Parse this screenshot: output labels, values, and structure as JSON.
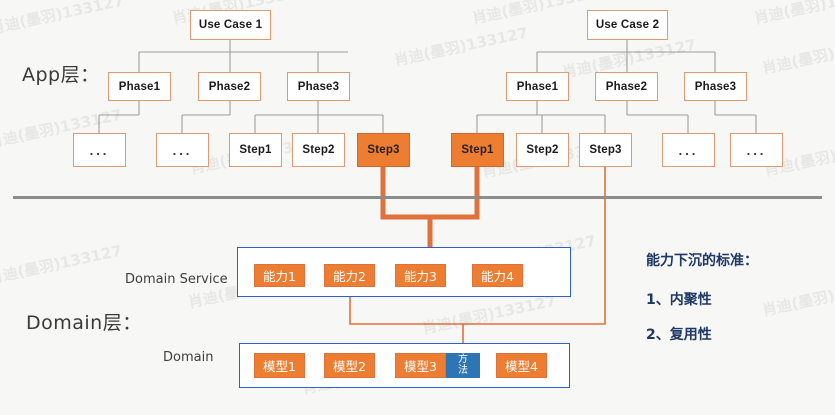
{
  "layers": {
    "app_label": "App层：",
    "domain_label": "Domain层："
  },
  "row_labels": {
    "domain_service": "Domain Service",
    "domain": "Domain"
  },
  "use_case_1": {
    "title": "Use Case 1",
    "phases": [
      "Phase1",
      "Phase2",
      "Phase3"
    ],
    "steps": [
      {
        "label": "...",
        "highlight": false
      },
      {
        "label": "...",
        "highlight": false
      },
      {
        "label": "Step1",
        "highlight": false
      },
      {
        "label": "Step2",
        "highlight": false
      },
      {
        "label": "Step3",
        "highlight": true
      }
    ]
  },
  "use_case_2": {
    "title": "Use Case 2",
    "phases": [
      "Phase1",
      "Phase2",
      "Phase3"
    ],
    "steps": [
      {
        "label": "Step1",
        "highlight": true
      },
      {
        "label": "Step2",
        "highlight": false
      },
      {
        "label": "Step3",
        "highlight": false
      },
      {
        "label": "...",
        "highlight": false
      },
      {
        "label": "...",
        "highlight": false
      }
    ]
  },
  "domain_service_items": [
    "能力1",
    "能力2",
    "能力3",
    "能力4"
  ],
  "domain_items": [
    "模型1",
    "模型2",
    "模型3",
    "模型4"
  ],
  "method_box": {
    "line1": "方",
    "line2": "法"
  },
  "notes": {
    "heading": "能力下沉的标准：",
    "item1": "1、内聚性",
    "item2": "2、复用性"
  },
  "watermark": "肖迪(墨羽)133127",
  "colors": {
    "orange_fill": "#ED7D31",
    "orange_border": "#E09A72",
    "blue_group": "#2E5FD0",
    "blue_method": "#2E75B6",
    "divider_gray": "#8C8C8C",
    "note_navy": "#1F3864"
  }
}
